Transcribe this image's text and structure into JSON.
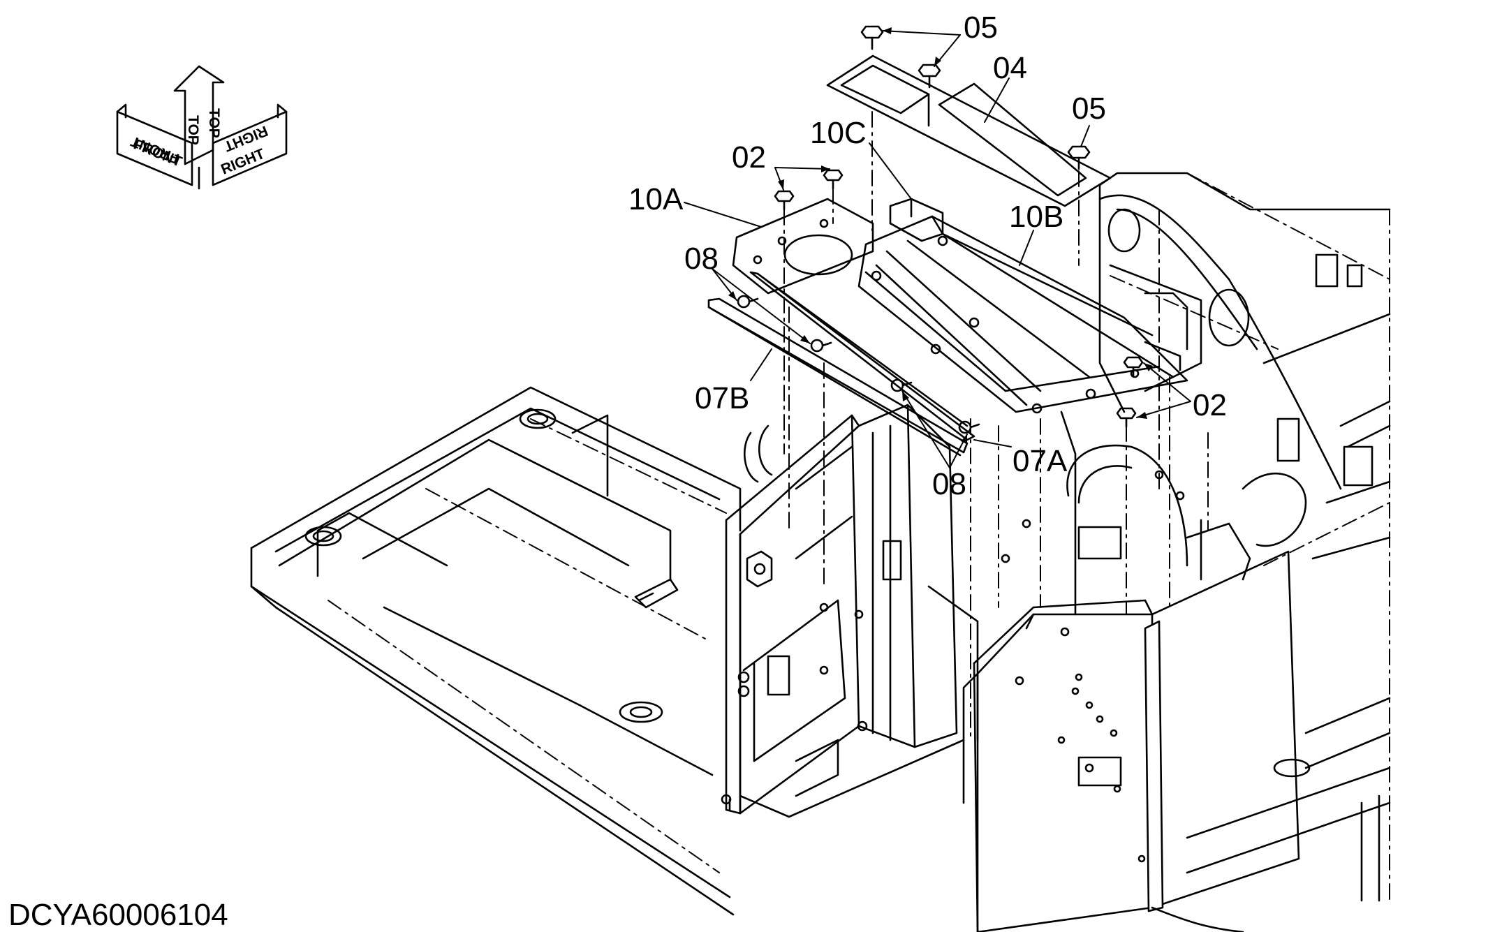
{
  "drawing_code": "DCYA60006104",
  "orientation_labels": {
    "front": "FRONT",
    "top": "TOP",
    "right": "RIGHT"
  },
  "callouts": {
    "c05_top": "05",
    "c04": "04",
    "c05_right": "05",
    "c10c": "10C",
    "c02_left": "02",
    "c10a": "10A",
    "c10b": "10B",
    "c08_left": "08",
    "c07b": "07B",
    "c02_right": "02",
    "c07a": "07A",
    "c08_bottom": "08"
  }
}
